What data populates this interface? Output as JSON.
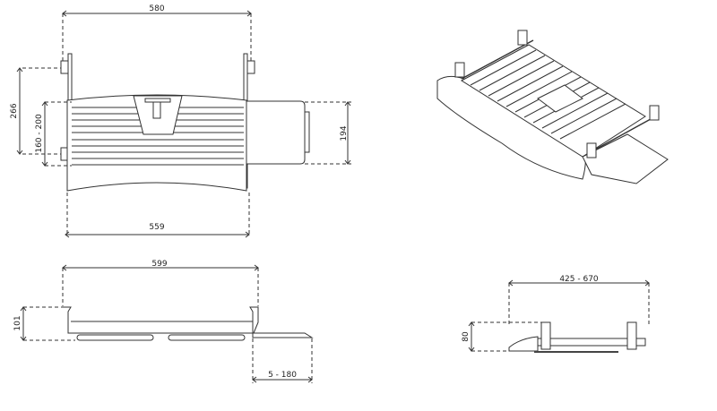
{
  "dimensions": {
    "top_width": "580",
    "bottom_width": "559",
    "bracket_height": "266",
    "tray_depth_range": "160 - 200",
    "slide_depth": "194",
    "side_width": "599",
    "side_height": "101",
    "extension_range": "5 - 180",
    "travel_range": "425 - 670",
    "iso_side_height": "80"
  }
}
